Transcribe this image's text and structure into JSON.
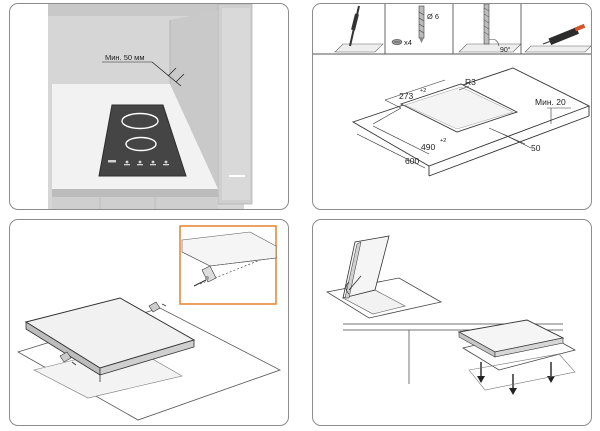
{
  "panel1": {
    "min_clearance_label": "Мин. 50 мм"
  },
  "panel2": {
    "screw_count": "x4",
    "drill_diameter": "Ø 6",
    "saw_angle": "90°",
    "dim_depth": "273",
    "dim_radius": "R3",
    "dim_min_thickness": "Мин. 20",
    "dim_width": "490",
    "dim_countertop": "600",
    "dim_front_edge": "50",
    "width_tolerance": "+2",
    "depth_tolerance": "+2"
  },
  "colors": {
    "frame_border": "#8c8c8c",
    "wall_grey": "#d9d9d9",
    "hob_glass": "#454545",
    "highlight_orange": "#e8893a"
  }
}
